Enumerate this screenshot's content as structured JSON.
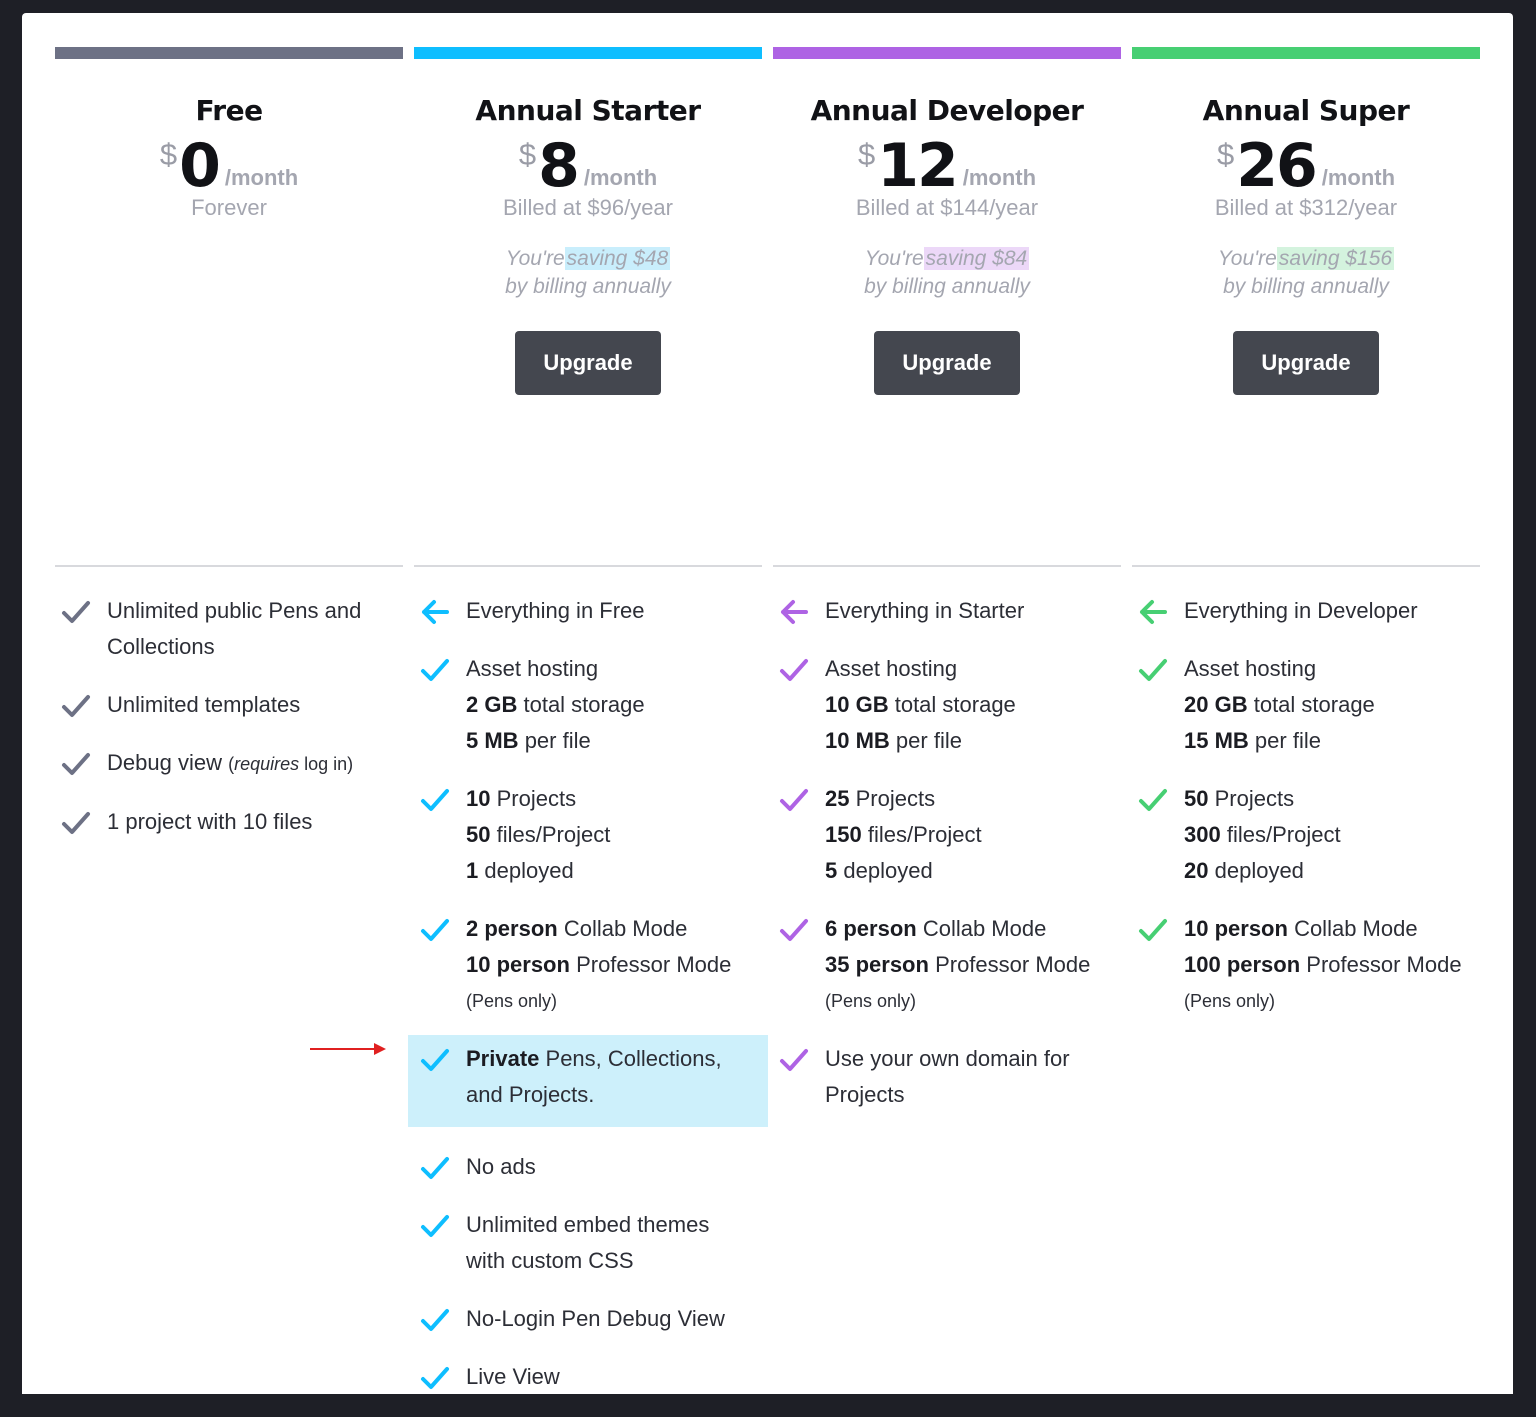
{
  "plans": [
    {
      "name": "Free",
      "color": "#6d7185",
      "currency": "$",
      "amount": "0",
      "per": "/month",
      "billed": "Forever"
    },
    {
      "name": "Annual Starter",
      "color": "#0ebeff",
      "currency": "$",
      "amount": "8",
      "per": "/month",
      "billed": "Billed at $96/year",
      "saving_pre": "You're",
      "saving_hl": "saving $48",
      "saving_post": "by billing annually",
      "hl_color": "#c9eefc",
      "upgrade": "Upgrade"
    },
    {
      "name": "Annual Developer",
      "color": "#ae63e4",
      "currency": "$",
      "amount": "12",
      "per": "/month",
      "billed": "Billed at $144/year",
      "saving_pre": "You're",
      "saving_hl": "saving $84",
      "saving_post": "by billing annually",
      "hl_color": "#ecd8f8",
      "upgrade": "Upgrade"
    },
    {
      "name": "Annual Super",
      "color": "#47cf73",
      "currency": "$",
      "amount": "26",
      "per": "/month",
      "billed": "Billed at $312/year",
      "saving_pre": "You're",
      "saving_hl": "saving $156",
      "saving_post": "by billing annually",
      "hl_color": "#d4f3de",
      "upgrade": "Upgrade"
    }
  ],
  "free_features": {
    "f1a": "Unlimited public Pens and",
    "f1b": "Collections",
    "f2": "Unlimited templates",
    "f3a": "Debug view",
    "f3b": "requires",
    "f3c": "log in)",
    "f3d": "(",
    "f4": "1 project with 10 files"
  },
  "starter_features": {
    "everything": "Everything in Free",
    "asset": "Asset hosting",
    "storage_n": "2 GB",
    "storage_t": "total storage",
    "file_n": "5 MB",
    "file_t": "per file",
    "proj_n": "10",
    "proj_t": "Projects",
    "files_n": "50",
    "files_t": "files/Project",
    "dep_n": "1",
    "dep_t": "deployed",
    "collab_n": "2 person",
    "collab_t": "Collab Mode",
    "prof_n": "10 person",
    "prof_t": "Professor Mode",
    "pens_only": "(Pens only)",
    "private_b": "Private",
    "private_t": "Pens, Collections,",
    "private_t2": "and Projects.",
    "no_ads": "No ads",
    "embed1": "Unlimited embed themes",
    "embed2": "with custom CSS",
    "nologin": "No-Login Pen Debug View",
    "live": "Live View"
  },
  "developer_features": {
    "everything": "Everything in Starter",
    "asset": "Asset hosting",
    "storage_n": "10 GB",
    "storage_t": "total storage",
    "file_n": "10 MB",
    "file_t": "per file",
    "proj_n": "25",
    "proj_t": "Projects",
    "files_n": "150",
    "files_t": "files/Project",
    "dep_n": "5",
    "dep_t": "deployed",
    "collab_n": "6 person",
    "collab_t": "Collab Mode",
    "prof_n": "35 person",
    "prof_t": "Professor Mode",
    "pens_only": "(Pens only)",
    "domain1": "Use your own domain for",
    "domain2": "Projects"
  },
  "super_features": {
    "everything": "Everything in Developer",
    "asset": "Asset hosting",
    "storage_n": "20 GB",
    "storage_t": "total storage",
    "file_n": "15 MB",
    "file_t": "per file",
    "proj_n": "50",
    "proj_t": "Projects",
    "files_n": "300",
    "files_t": "files/Project",
    "dep_n": "20",
    "dep_t": "deployed",
    "collab_n": "10 person",
    "collab_t": "Collab Mode",
    "prof_n": "100 person",
    "prof_t": "Professor Mode",
    "pens_only": "(Pens only)"
  },
  "annotation_color": "#e02020"
}
